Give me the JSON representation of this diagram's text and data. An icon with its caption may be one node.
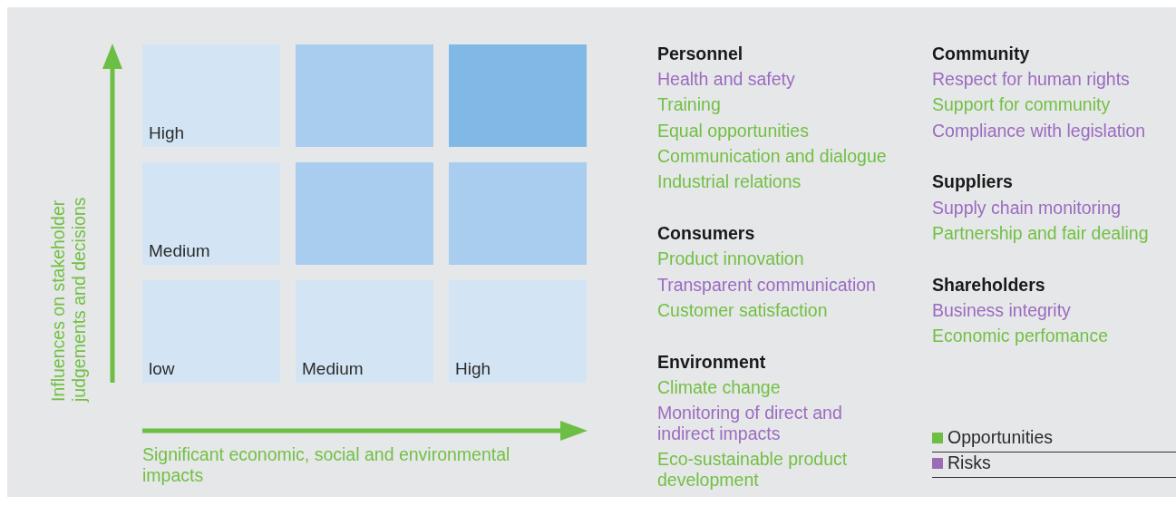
{
  "diagram": {
    "nodes": [
      {
        "text": [
          "High"
        ]
      },
      {
        "text": [],
        "shape": "box"
      },
      {
        "text": [],
        "shape": "box"
      },
      {
        "text": [
          "Medium"
        ]
      },
      {
        "text": [],
        "shape": "box"
      },
      {
        "text": [],
        "shape": "box"
      },
      {
        "text": [
          "low"
        ]
      },
      {
        "text": [
          "Medium"
        ]
      },
      {
        "text": [
          "High"
        ]
      }
    ],
    "labels": [
      "Influences on stakeholder judgements and decisions",
      "Significant economic, social and environmental impacts",
      "Personnel",
      "Health and safety",
      "Training",
      "Equal opportunities",
      "Communication and dialogue",
      "Industrial relations",
      "Consumers",
      "Product innovation",
      "Transparent communication",
      "Customer satisfaction",
      "Environment",
      "Climate change",
      "Monitoring of direct and indirect impacts",
      "Eco-sustainable product development",
      "Community",
      "Respect for human rights",
      "Support for community",
      "Compliance with legislation",
      "Suppliers",
      "Supply chain monitoring",
      "Partnership and fair dealing",
      "Shareholders",
      "Business integrity",
      "Economic perfomance"
    ],
    "legend": [
      {
        "text": "Opportunities",
        "color": "#6cbf44"
      },
      {
        "text": "Risks",
        "color": "#9b6bb5"
      }
    ]
  }
}
